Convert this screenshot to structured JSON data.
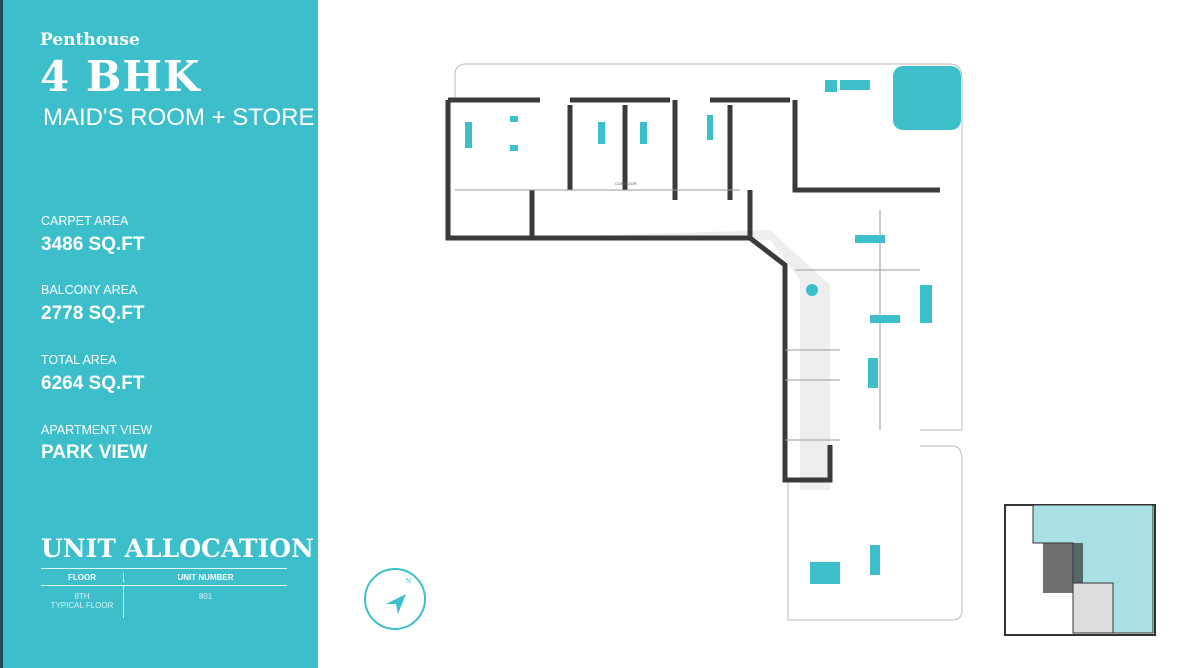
{
  "unit": {
    "type": "Penthouse",
    "title": "4 BHK",
    "subtitle": "MAID'S ROOM + STORE"
  },
  "stats": [
    {
      "label": "CARPET AREA",
      "value": "3486 SQ.FT"
    },
    {
      "label": "BALCONY AREA",
      "value": "2778 SQ.FT"
    },
    {
      "label": "TOTAL AREA",
      "value": "6264 SQ.FT"
    },
    {
      "label": "APARTMENT VIEW",
      "value": "PARK VIEW"
    }
  ],
  "allocation": {
    "title": "UNIT ALLOCATION",
    "headers": [
      "FLOOR",
      "UNIT NUMBER"
    ],
    "rows": [
      {
        "floor": "8TH\nTYPICAL FLOOR",
        "unit": "801"
      }
    ]
  },
  "plan": {
    "corridor_label": "CORRIDOR",
    "compass_label": "N"
  },
  "colors": {
    "accent": "#3cbfcb",
    "wall": "#3a3a3a"
  }
}
